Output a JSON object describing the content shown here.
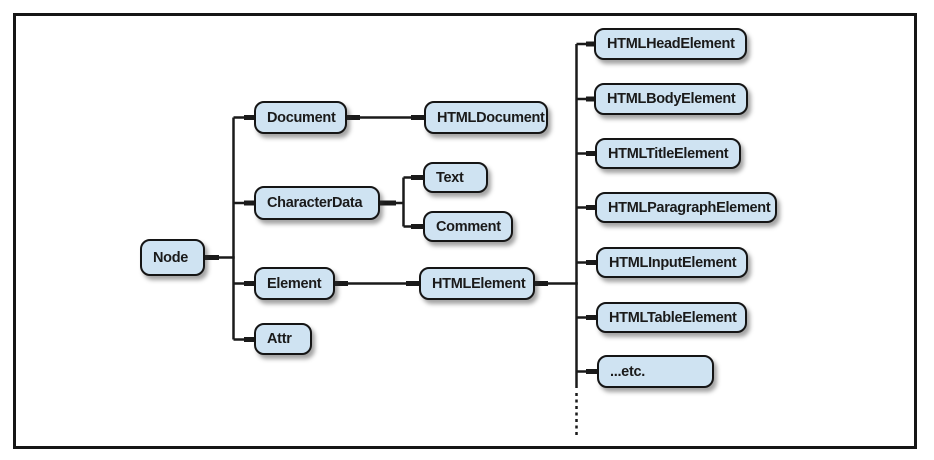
{
  "figure": {
    "kind": "dom-class-hierarchy-tree",
    "root": "Node"
  },
  "colors": {
    "box_fill": "#cfe3f2",
    "box_border": "#151515",
    "connector": "#1a1a1a",
    "frame_border": "#161616",
    "background": "#ffffff"
  },
  "diagram": {
    "nodes": {
      "node": {
        "label": "Node",
        "children": [
          "Document",
          "CharacterData",
          "Element",
          "Attr"
        ]
      },
      "document": {
        "label": "Document",
        "children": [
          "HTMLDocument"
        ]
      },
      "htmldocument": {
        "label": "HTMLDocument",
        "children": []
      },
      "characterdata": {
        "label": "CharacterData",
        "children": [
          "Text",
          "Comment"
        ]
      },
      "text": {
        "label": "Text",
        "children": []
      },
      "comment": {
        "label": "Comment",
        "children": []
      },
      "element": {
        "label": "Element",
        "children": [
          "HTMLElement"
        ]
      },
      "htmlelement": {
        "label": "HTMLElement",
        "children": [
          "HTMLHeadElement",
          "HTMLBodyElement",
          "HTMLTitleElement",
          "HTMLParagraphElement",
          "HTMLInputElement",
          "HTMLTableElement",
          "...etc."
        ]
      },
      "attr": {
        "label": "Attr",
        "children": []
      },
      "htmlheadelement": {
        "label": "HTMLHeadElement",
        "children": []
      },
      "htmlbodyelement": {
        "label": "HTMLBodyElement",
        "children": []
      },
      "htmltitleelement": {
        "label": "HTMLTitleElement",
        "children": []
      },
      "htmlparagraphelement": {
        "label": "HTMLParagraphElement",
        "children": []
      },
      "htmlinputelement": {
        "label": "HTMLInputElement",
        "children": []
      },
      "htmltableelement": {
        "label": "HTMLTableElement",
        "children": []
      },
      "etc": {
        "label": "...etc.",
        "children": []
      }
    }
  }
}
